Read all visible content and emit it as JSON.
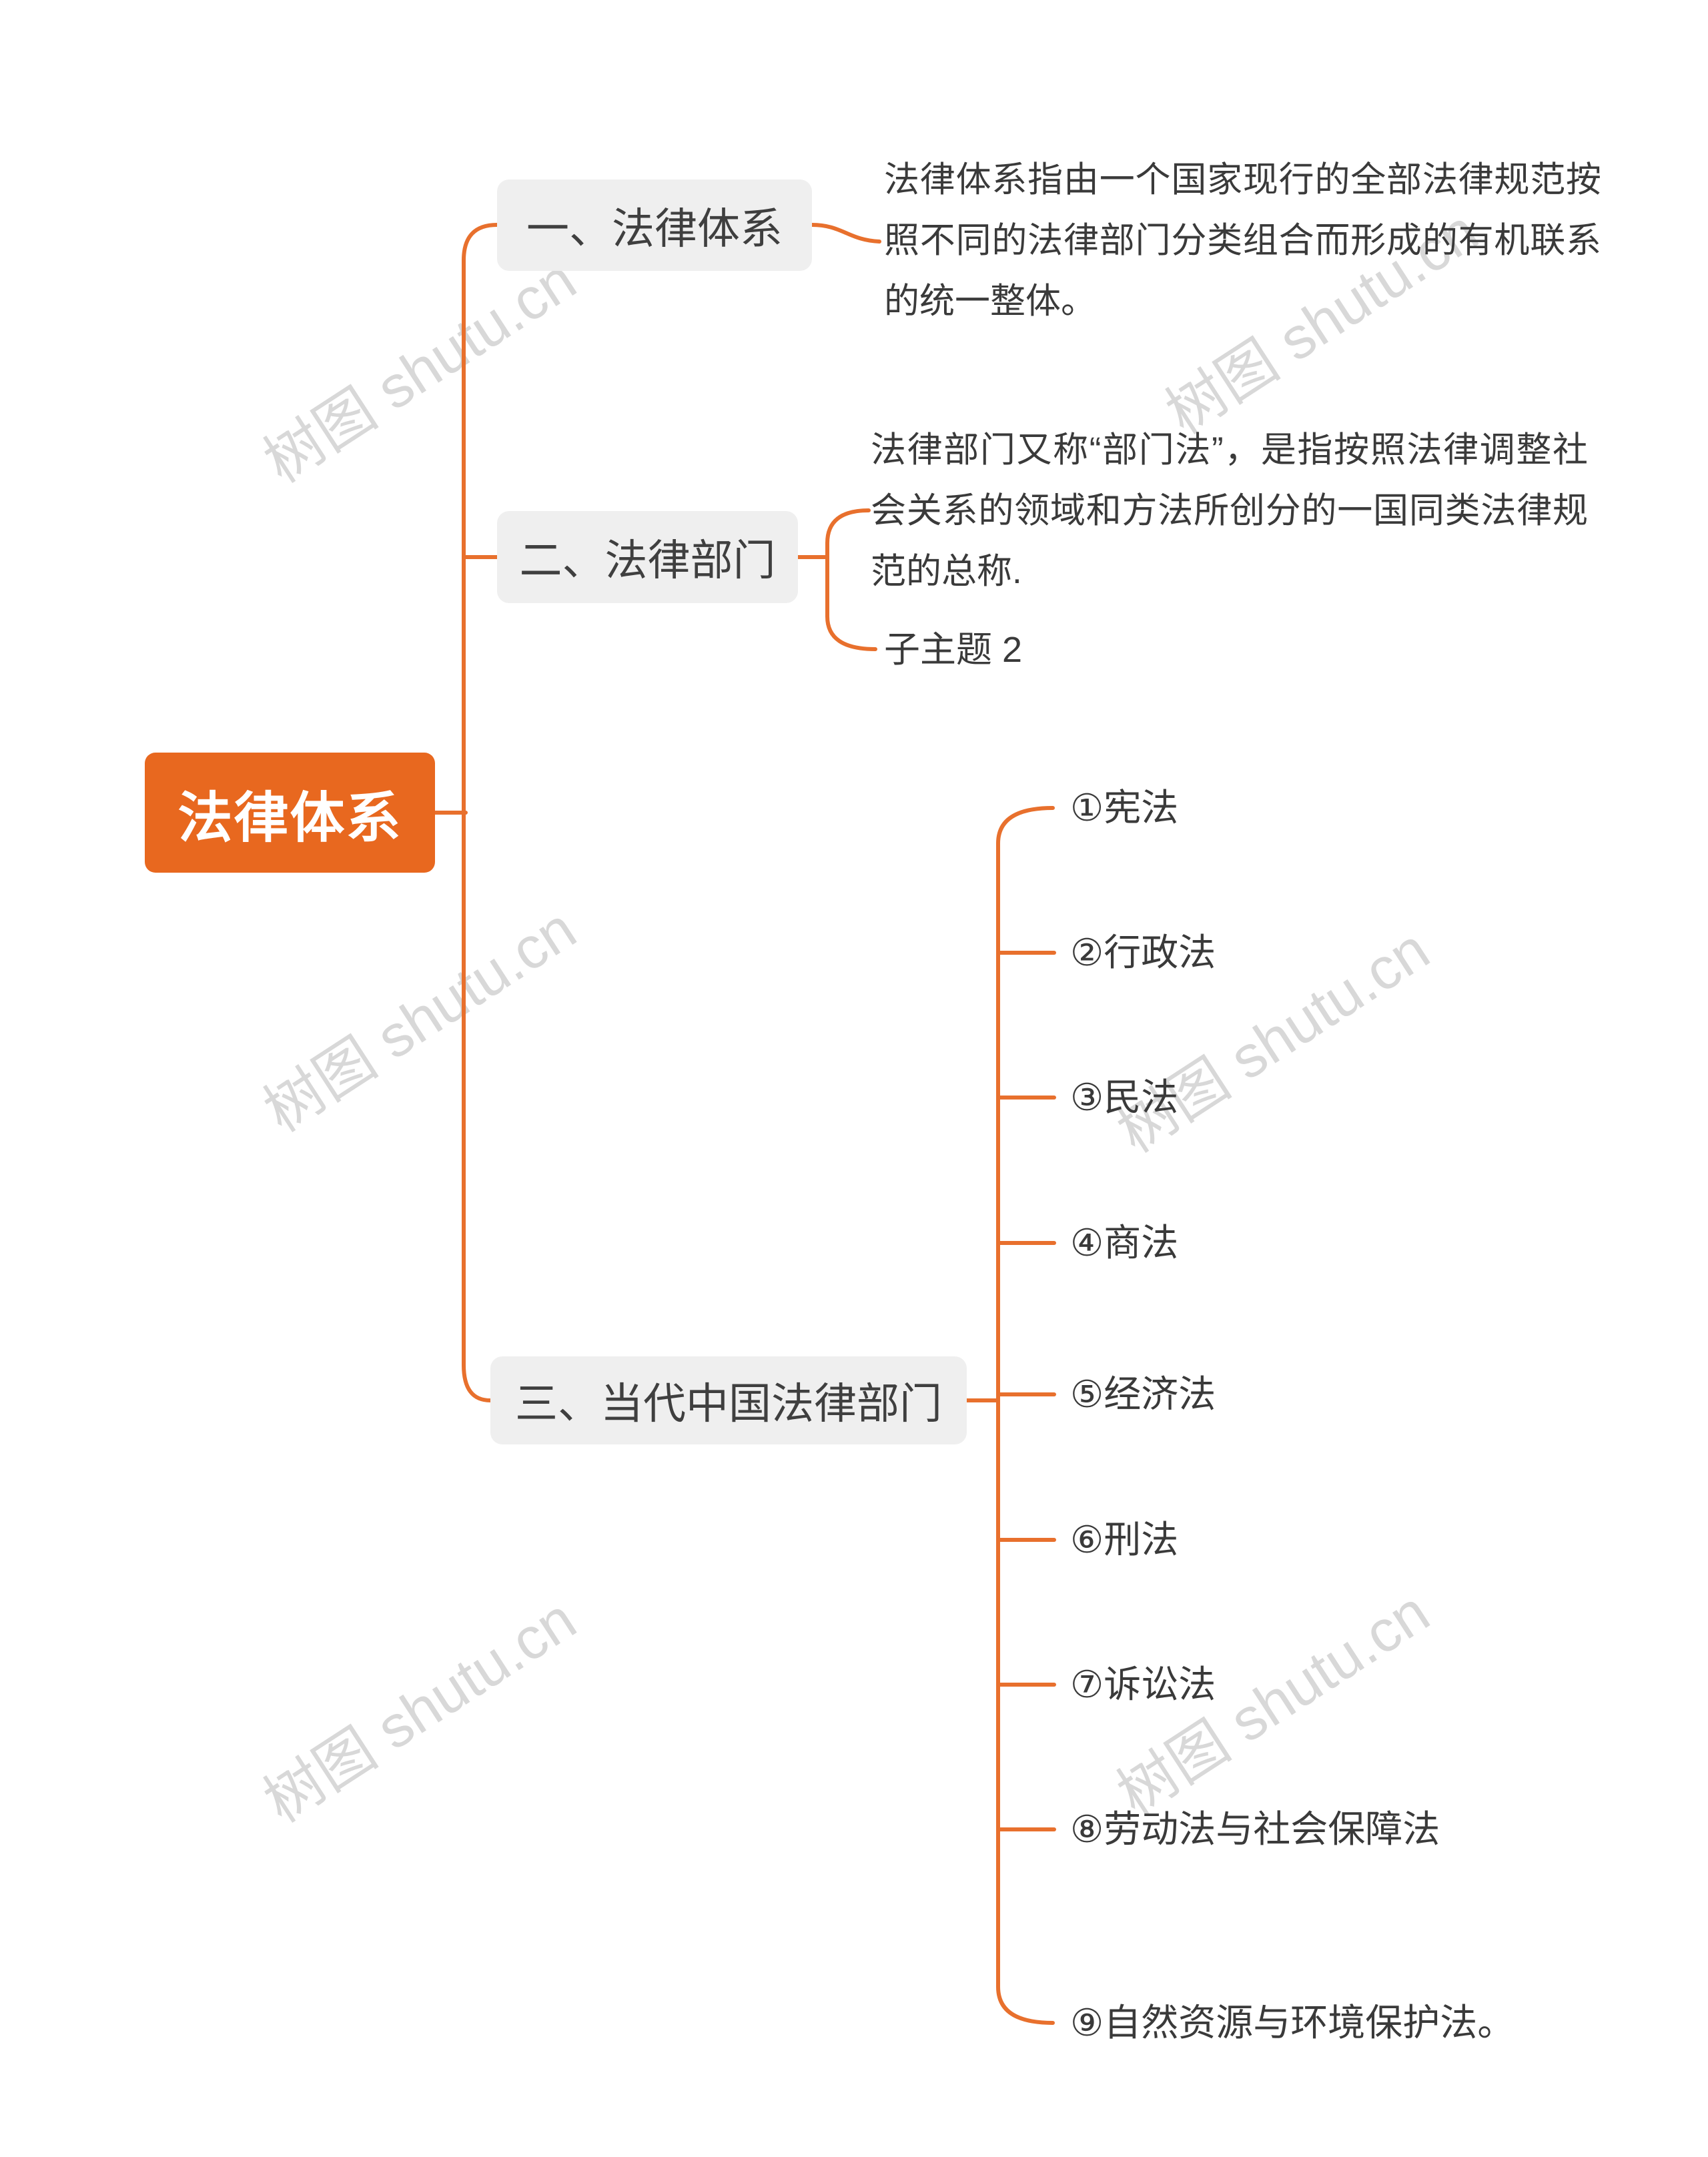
{
  "root": {
    "label": "法律体系"
  },
  "branches": [
    {
      "label": "一、法律体系",
      "children": [
        {
          "text": "法律体系指由一个国家现行的全部法律规范按照不同的法律部门分类组合而形成的有机联系的统一整体。"
        }
      ]
    },
    {
      "label": "二、法律部门",
      "children": [
        {
          "text": "法律部门又称“部门法”，是指按照法律调整社会关系的领域和方法所创分的一国同类法律规范的总称."
        },
        {
          "text": "子主题 2"
        }
      ]
    },
    {
      "label": "三、当代中国法律部门",
      "children": [
        {
          "text": "①宪法"
        },
        {
          "text": "②行政法"
        },
        {
          "text": "③民法"
        },
        {
          "text": "④商法"
        },
        {
          "text": "⑤经济法"
        },
        {
          "text": "⑥刑法"
        },
        {
          "text": "⑦诉讼法"
        },
        {
          "text": "⑧劳动法与社会保障法"
        },
        {
          "text": "⑨自然资源与环境保护法。"
        }
      ]
    }
  ],
  "watermark": {
    "text": "树图 shutu.cn"
  },
  "colors": {
    "accent": "#E8681F",
    "connector": "#E8702D",
    "node_bg": "#EFEFEF",
    "node_text": "#3F3F3F",
    "text": "#3A3A3A",
    "watermark": "#D8D8D8"
  }
}
